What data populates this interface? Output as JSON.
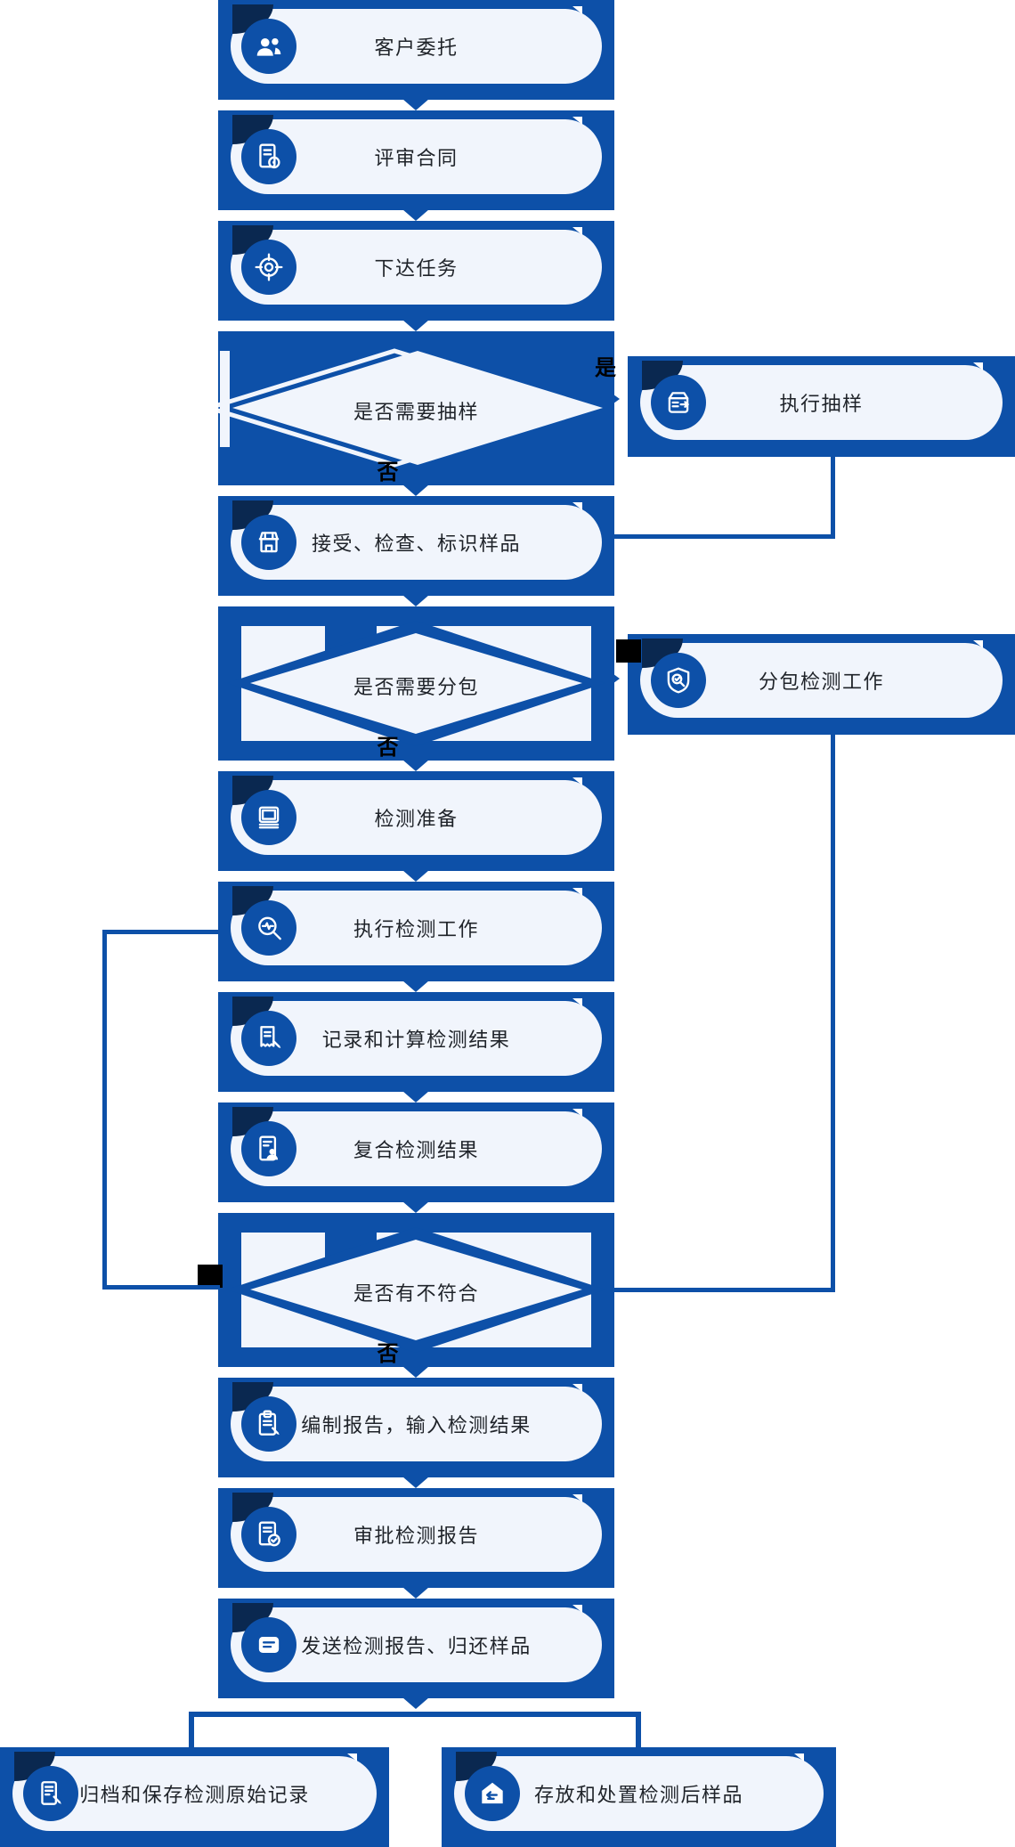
{
  "colors": {
    "primary_blue": "#0d50a8",
    "pill_background": "#f1f5fc",
    "corner_notch": "#0a2850",
    "step_text": "#1f2329",
    "branch_label_text": "#000000"
  },
  "steps": [
    {
      "label": "客户委托",
      "icon": "users-icon"
    },
    {
      "label": "评审合同",
      "icon": "contract-review-icon"
    },
    {
      "label": "下达任务",
      "icon": "target-icon"
    },
    {
      "label": "接受、检查、标识样品",
      "icon": "package-icon"
    },
    {
      "label": "检测准备",
      "icon": "monitor-icon"
    },
    {
      "label": "执行检测工作",
      "icon": "magnifier-pulse-icon"
    },
    {
      "label": "记录和计算检测结果",
      "icon": "receipt-pen-icon"
    },
    {
      "label": "复合检测结果",
      "icon": "document-person-icon"
    },
    {
      "label": "编制报告，输入检测结果",
      "icon": "clipboard-pen-icon"
    },
    {
      "label": "审批检测报告",
      "icon": "document-check-icon"
    },
    {
      "label": "发送检测报告、归还样品",
      "icon": "send-icon"
    }
  ],
  "decisions": [
    {
      "label": "是否需要抽样"
    },
    {
      "label": "是否需要分包"
    },
    {
      "label": "是否有不符合"
    }
  ],
  "branches": [
    {
      "label": "执行抽样",
      "icon": "box-export-icon"
    },
    {
      "label": "分包检测工作",
      "icon": "shield-search-icon"
    }
  ],
  "terminals": [
    {
      "label": "归档和保存检测原始记录",
      "icon": "archive-pen-icon"
    },
    {
      "label": "存放和处置检测后样品",
      "icon": "house-return-icon"
    }
  ],
  "labels": {
    "yes": "是",
    "no": "否"
  }
}
